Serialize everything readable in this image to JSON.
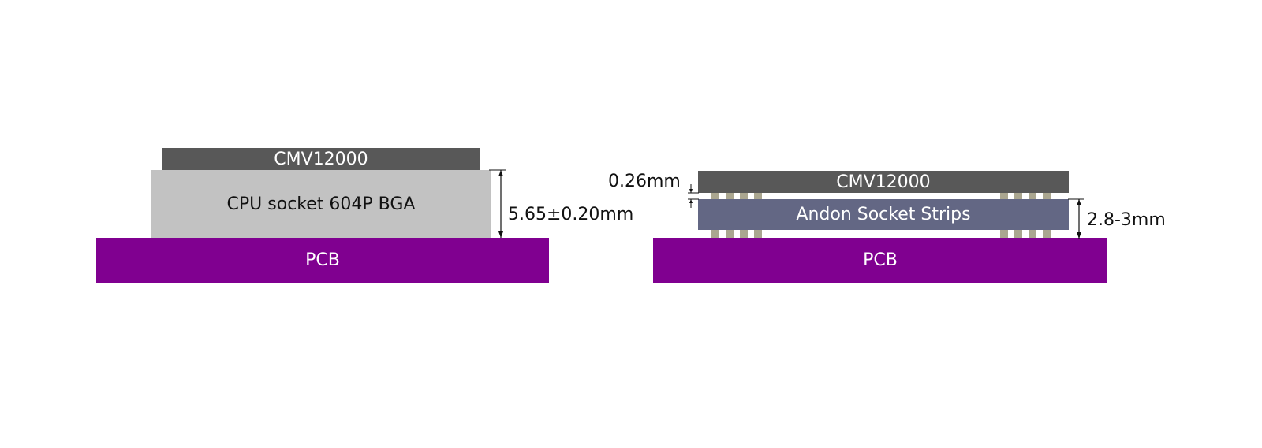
{
  "colors": {
    "chip": "#585858",
    "bga_socket": "#c2c2c2",
    "pcb": "#800090",
    "socket_strips": "#636784",
    "pins": "#aaa690",
    "text_light": "#ffffff",
    "text_dark": "#111111"
  },
  "left_assembly": {
    "chip_label": "CMV12000",
    "socket_label": "CPU socket 604P BGA",
    "pcb_label": "PCB",
    "height_dimension": "5.65±0.20mm"
  },
  "right_assembly": {
    "chip_label": "CMV12000",
    "socket_label": "Andon Socket Strips",
    "pcb_label": "PCB",
    "gap_dimension": "0.26mm",
    "height_dimension": "2.8-3mm"
  }
}
